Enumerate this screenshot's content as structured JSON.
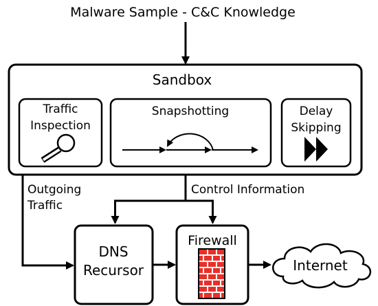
{
  "diagram": {
    "top_label": "Malware Sample - C&C Knowledge",
    "sandbox": {
      "title": "Sandbox",
      "modules": {
        "traffic_inspection": {
          "line1": "Traffic",
          "line2": "Inspection",
          "icon": "magnifier-icon"
        },
        "snapshotting": {
          "label": "Snapshotting",
          "icon": "snapshot-arc-icon"
        },
        "delay_skipping": {
          "line1": "Delay",
          "line2": "Skipping",
          "icon": "fast-forward-icon"
        }
      }
    },
    "edge_labels": {
      "outgoing_line1": "Outgoing",
      "outgoing_line2": "Traffic",
      "control_information": "Control Information"
    },
    "nodes": {
      "dns": {
        "line1": "DNS",
        "line2": "Recursor"
      },
      "firewall": {
        "label": "Firewall",
        "icon": "brick-wall-icon"
      },
      "internet": {
        "label": "Internet",
        "icon": "cloud-icon"
      }
    },
    "colors": {
      "stroke": "#000000",
      "brick_red": "#e8302a",
      "mortar": "#ffffff"
    }
  }
}
